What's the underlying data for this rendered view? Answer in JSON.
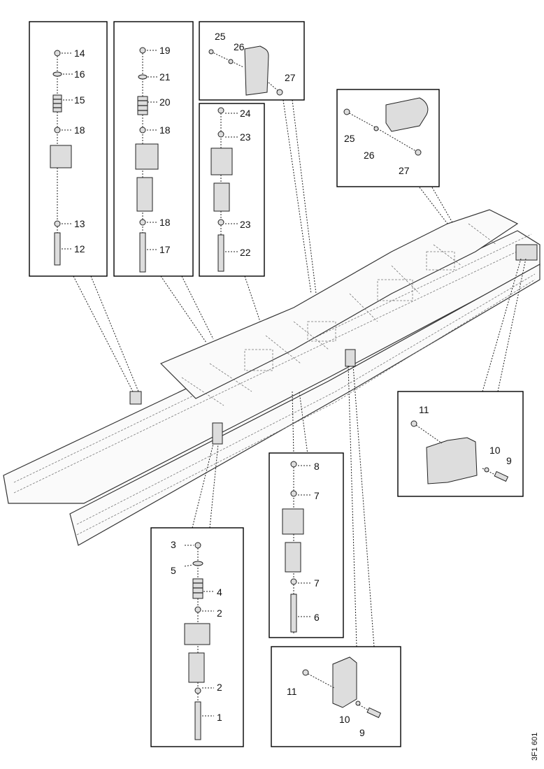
{
  "callouts": [
    {
      "id": "c14",
      "text": "14"
    },
    {
      "id": "c16",
      "text": "16"
    },
    {
      "id": "c15",
      "text": "15"
    },
    {
      "id": "c18a",
      "text": "18"
    },
    {
      "id": "c13",
      "text": "13"
    },
    {
      "id": "c12",
      "text": "12"
    },
    {
      "id": "c19",
      "text": "19"
    },
    {
      "id": "c21",
      "text": "21"
    },
    {
      "id": "c20",
      "text": "20"
    },
    {
      "id": "c18b",
      "text": "18"
    },
    {
      "id": "c18c",
      "text": "18"
    },
    {
      "id": "c17",
      "text": "17"
    },
    {
      "id": "c25a",
      "text": "25"
    },
    {
      "id": "c26a",
      "text": "26"
    },
    {
      "id": "c27a",
      "text": "27"
    },
    {
      "id": "c24",
      "text": "24"
    },
    {
      "id": "c23a",
      "text": "23"
    },
    {
      "id": "c23b",
      "text": "23"
    },
    {
      "id": "c22",
      "text": "22"
    },
    {
      "id": "c25b",
      "text": "25"
    },
    {
      "id": "c26b",
      "text": "26"
    },
    {
      "id": "c27b",
      "text": "27"
    },
    {
      "id": "c11a",
      "text": "11"
    },
    {
      "id": "c10a",
      "text": "10"
    },
    {
      "id": "c9a",
      "text": "9"
    },
    {
      "id": "c8",
      "text": "8"
    },
    {
      "id": "c7a",
      "text": "7"
    },
    {
      "id": "c7b",
      "text": "7"
    },
    {
      "id": "c6",
      "text": "6"
    },
    {
      "id": "c3",
      "text": "3"
    },
    {
      "id": "c5",
      "text": "5"
    },
    {
      "id": "c4",
      "text": "4"
    },
    {
      "id": "c2a",
      "text": "2"
    },
    {
      "id": "c2b",
      "text": "2"
    },
    {
      "id": "c1",
      "text": "1"
    },
    {
      "id": "c11b",
      "text": "11"
    },
    {
      "id": "c10b",
      "text": "10"
    },
    {
      "id": "c9b",
      "text": "9"
    }
  ],
  "drawing_ref": "3F1 601"
}
